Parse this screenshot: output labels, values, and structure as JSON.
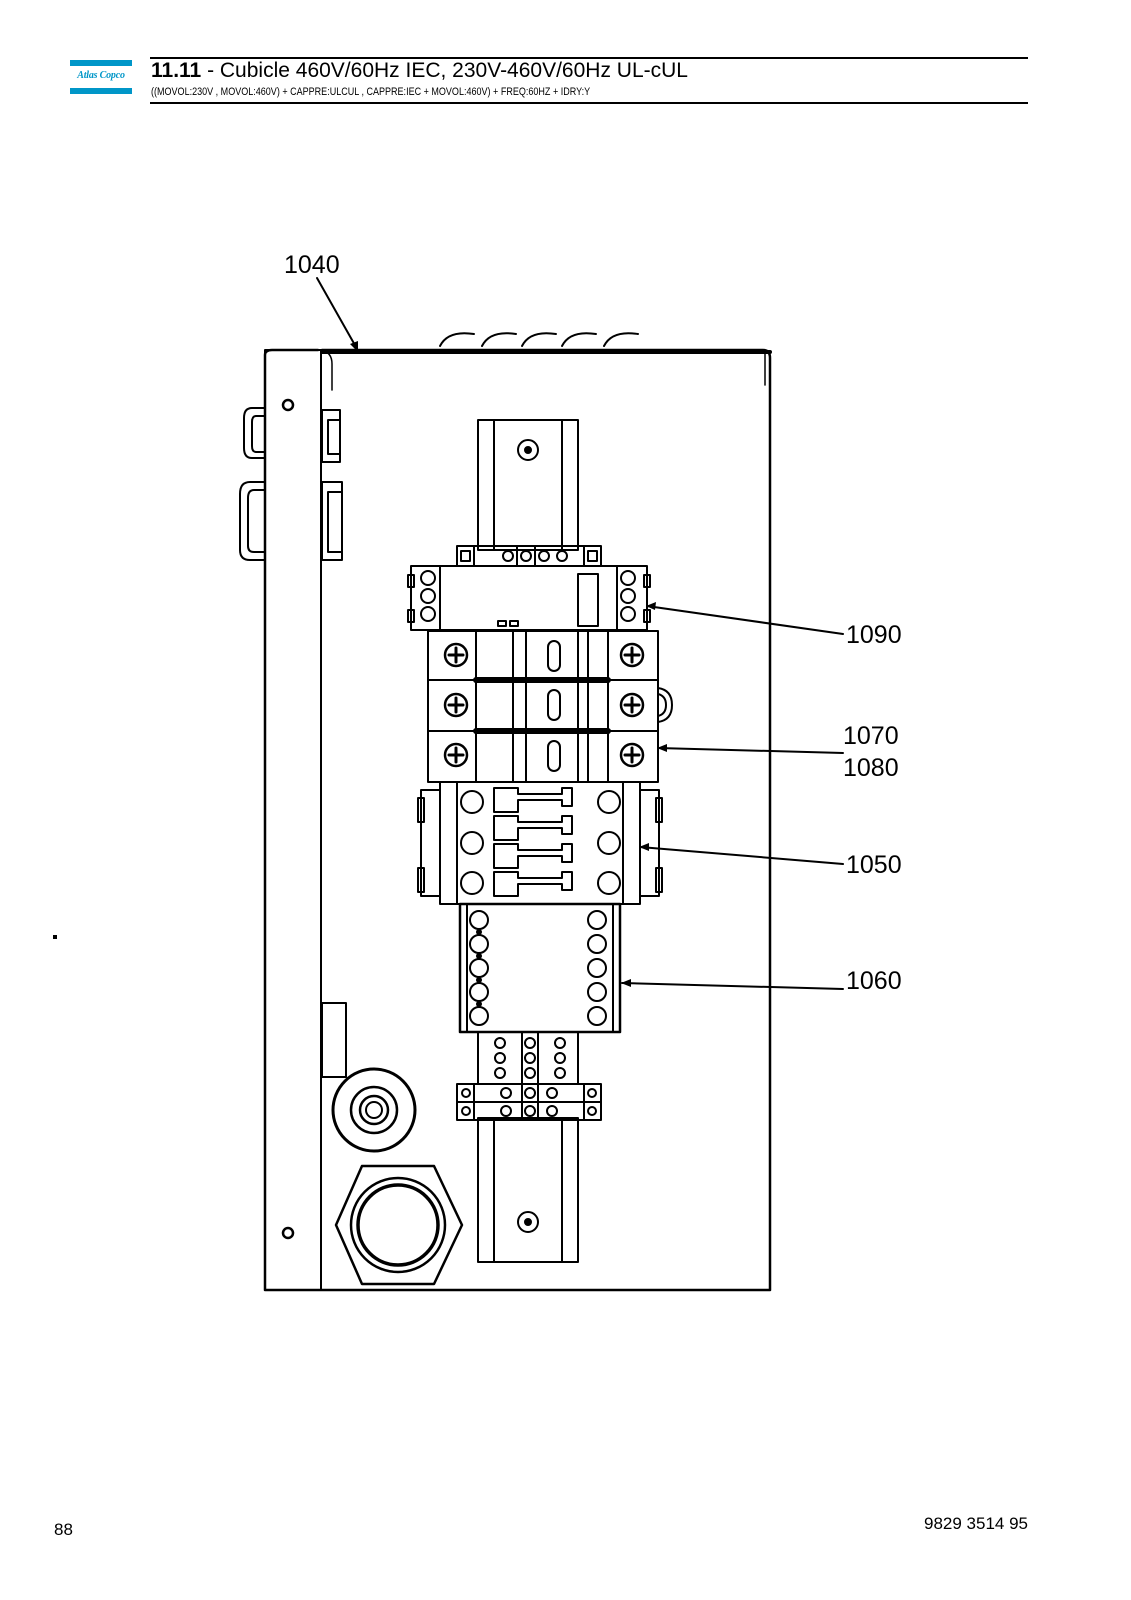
{
  "header": {
    "logo_text": "Atlas Copco",
    "section_number": "11.11",
    "title": " - Cubicle 460V/60Hz IEC, 230V-460V/60Hz UL-cUL",
    "subtitle": "((MOVOL:230V , MOVOL:460V) + CAPPRE:ULCUL , CAPPRE:IEC + MOVOL:460V) + FREQ:60HZ + IDRY:Y"
  },
  "callouts": [
    {
      "id": "1040"
    },
    {
      "id": "1090"
    },
    {
      "id": "1070"
    },
    {
      "id": "1080"
    },
    {
      "id": "1050"
    },
    {
      "id": "1060"
    }
  ],
  "footer": {
    "page_number": "88",
    "document_number": "9829 3514 95"
  },
  "colors": {
    "brand_blue": "#0096c8",
    "line": "#000000"
  }
}
